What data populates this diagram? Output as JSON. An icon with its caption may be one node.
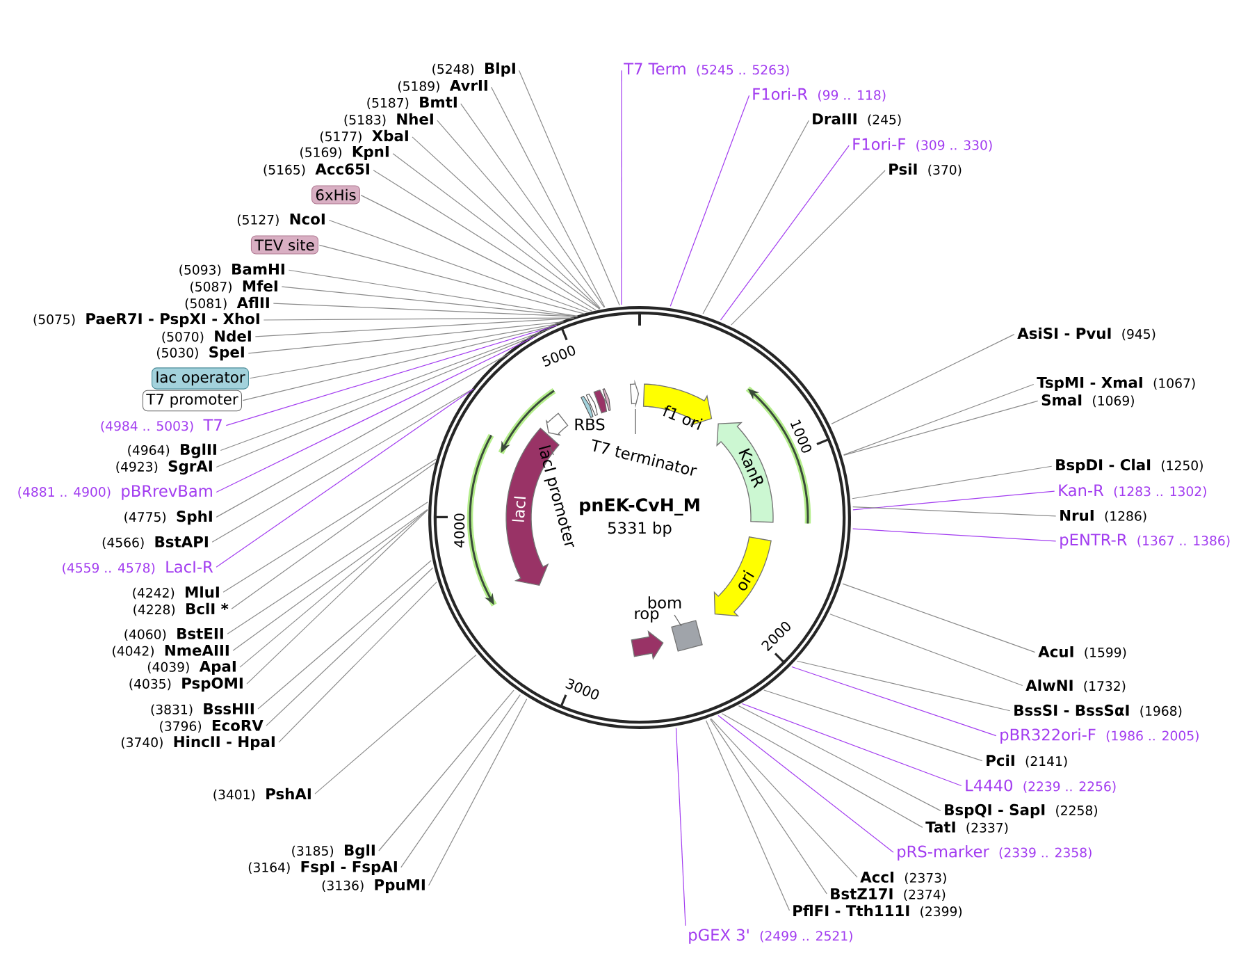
{
  "diagram": {
    "nodes": [
      {
        "text": [
          "pnEK-CvH_M",
          "5331 bp"
        ]
      },
      {
        "text": [
          "f1 ori"
        ],
        "in": 0
      },
      {
        "text": [
          "KanR"
        ],
        "in": 0
      },
      {
        "text": [
          "ori"
        ],
        "in": 0
      },
      {
        "text": [
          "bom"
        ],
        "in": 0
      },
      {
        "text": [
          "rop"
        ],
        "in": 0
      },
      {
        "text": [
          "lacI"
        ],
        "in": 0
      },
      {
        "text": [
          "lacI promoter"
        ],
        "in": 0
      },
      {
        "text": [
          "RBS"
        ],
        "in": 0
      },
      {
        "text": [
          "T7 terminator"
        ],
        "in": 0
      },
      {
        "text": [
          "(5248)",
          "BlpI"
        ]
      },
      {
        "text": [
          "(5189)",
          "AvrII"
        ]
      },
      {
        "text": [
          "(5187)",
          "BmtI"
        ]
      },
      {
        "text": [
          "(5183)",
          "NheI"
        ]
      },
      {
        "text": [
          "(5177)",
          "XbaI"
        ]
      },
      {
        "text": [
          "(5169)",
          "KpnI"
        ]
      },
      {
        "text": [
          "(5165)",
          "Acc65I"
        ]
      },
      {
        "text": [
          "6xHis"
        ]
      },
      {
        "text": [
          "(5127)",
          "NcoI"
        ]
      },
      {
        "text": [
          "TEV site"
        ]
      },
      {
        "text": [
          "(5093)",
          "BamHI"
        ]
      },
      {
        "text": [
          "(5087)",
          "MfeI"
        ]
      },
      {
        "text": [
          "(5081)",
          "AflII"
        ]
      },
      {
        "text": [
          "(5075)",
          "PaeR7I - PspXI - XhoI"
        ]
      },
      {
        "text": [
          "(5070)",
          "NdeI"
        ]
      },
      {
        "text": [
          "(5030)",
          "SpeI"
        ]
      },
      {
        "text": [
          "lac operator"
        ]
      },
      {
        "text": [
          "T7 promoter"
        ]
      },
      {
        "text": [
          "(4984 .. 5003)",
          "T7"
        ]
      },
      {
        "text": [
          "(4964)",
          "BglII"
        ]
      },
      {
        "text": [
          "(4923)",
          "SgrAI"
        ]
      },
      {
        "text": [
          "(4881 .. 4900)",
          "pBRrevBam"
        ]
      },
      {
        "text": [
          "(4775)",
          "SphI"
        ]
      },
      {
        "text": [
          "(4566)",
          "BstAPI"
        ]
      },
      {
        "text": [
          "(4559 .. 4578)",
          "LacI-R"
        ]
      },
      {
        "text": [
          "(4242)",
          "MluI"
        ]
      },
      {
        "text": [
          "(4228)",
          "BclI *"
        ]
      },
      {
        "text": [
          "(4060)",
          "BstEII"
        ]
      },
      {
        "text": [
          "(4042)",
          "NmeAIII"
        ]
      },
      {
        "text": [
          "(4039)",
          "ApaI"
        ]
      },
      {
        "text": [
          "(4035)",
          "PspOMI"
        ]
      },
      {
        "text": [
          "(3831)",
          "BssHII"
        ]
      },
      {
        "text": [
          "(3796)",
          "EcoRV"
        ]
      },
      {
        "text": [
          "(3740)",
          "HincII - HpaI"
        ]
      },
      {
        "text": [
          "(3401)",
          "PshAI"
        ]
      },
      {
        "text": [
          "(3185)",
          "BglI"
        ]
      },
      {
        "text": [
          "(3164)",
          "FspI - FspAI"
        ]
      },
      {
        "text": [
          "(3136)",
          "PpuMI"
        ]
      },
      {
        "text": [
          "T7 Term",
          "(5245 .. 5263)"
        ]
      },
      {
        "text": [
          "F1ori-R",
          "(99 .. 118)"
        ]
      },
      {
        "text": [
          "DraIII",
          "(245)"
        ]
      },
      {
        "text": [
          "F1ori-F",
          "(309 .. 330)"
        ]
      },
      {
        "text": [
          "PsiI",
          "(370)"
        ]
      },
      {
        "text": [
          "AsiSI - PvuI",
          "(945)"
        ]
      },
      {
        "text": [
          "TspMI - XmaI",
          "(1067)"
        ]
      },
      {
        "text": [
          "SmaI",
          "(1069)"
        ]
      },
      {
        "text": [
          "BspDI - ClaI",
          "(1250)"
        ]
      },
      {
        "text": [
          "Kan-R",
          "(1283 .. 1302)"
        ]
      },
      {
        "text": [
          "NruI",
          "(1286)"
        ]
      },
      {
        "text": [
          "pENTR-R",
          "(1367 .. 1386)"
        ]
      },
      {
        "text": [
          "AcuI",
          "(1599)"
        ]
      },
      {
        "text": [
          "AlwNI",
          "(1732)"
        ]
      },
      {
        "text": [
          "BssSI - BssSαI",
          "(1968)"
        ]
      },
      {
        "text": [
          "pBR322ori-F",
          "(1986 .. 2005)"
        ]
      },
      {
        "text": [
          "PciI",
          "(2141)"
        ]
      },
      {
        "text": [
          "L4440",
          "(2239 .. 2256)"
        ]
      },
      {
        "text": [
          "BspQI - SapI",
          "(2258)"
        ]
      },
      {
        "text": [
          "TatI",
          "(2337)"
        ]
      },
      {
        "text": [
          "pRS-marker",
          "(2339 .. 2358)"
        ]
      },
      {
        "text": [
          "AccI",
          "(2373)"
        ]
      },
      {
        "text": [
          "BstZ17I",
          "(2374)"
        ]
      },
      {
        "text": [
          "PflFI - Tth111I",
          "(2399)"
        ]
      },
      {
        "text": [
          "pGEX 3'",
          "(2499 .. 2521)"
        ]
      }
    ],
    "edges": [
      {
        "from": 10,
        "to": 0,
        "arrow": "none"
      },
      {
        "from": 11,
        "to": 0,
        "arrow": "none"
      },
      {
        "from": 12,
        "to": 0,
        "arrow": "none"
      },
      {
        "from": 13,
        "to": 0,
        "arrow": "none"
      },
      {
        "from": 14,
        "to": 0,
        "arrow": "none"
      },
      {
        "from": 15,
        "to": 0,
        "arrow": "none"
      },
      {
        "from": 16,
        "to": 0,
        "arrow": "none"
      },
      {
        "from": 17,
        "to": 0,
        "arrow": "none"
      },
      {
        "from": 18,
        "to": 0,
        "arrow": "none"
      },
      {
        "from": 19,
        "to": 0,
        "arrow": "none"
      },
      {
        "from": 20,
        "to": 0,
        "arrow": "none"
      },
      {
        "from": 21,
        "to": 0,
        "arrow": "none"
      },
      {
        "from": 22,
        "to": 0,
        "arrow": "none"
      },
      {
        "from": 23,
        "to": 0,
        "arrow": "none"
      },
      {
        "from": 24,
        "to": 0,
        "arrow": "none"
      },
      {
        "from": 25,
        "to": 0,
        "arrow": "none"
      },
      {
        "from": 26,
        "to": 0,
        "arrow": "none"
      },
      {
        "from": 27,
        "to": 0,
        "arrow": "none"
      },
      {
        "from": 28,
        "to": 0,
        "arrow": "none",
        "color": "#a23cf0"
      },
      {
        "from": 29,
        "to": 0,
        "arrow": "none"
      },
      {
        "from": 30,
        "to": 0,
        "arrow": "none"
      },
      {
        "from": 31,
        "to": 0,
        "arrow": "none",
        "color": "#a23cf0"
      },
      {
        "from": 32,
        "to": 0,
        "arrow": "none"
      },
      {
        "from": 33,
        "to": 0,
        "arrow": "none"
      },
      {
        "from": 34,
        "to": 0,
        "arrow": "none",
        "color": "#a23cf0"
      },
      {
        "from": 35,
        "to": 0,
        "arrow": "none"
      },
      {
        "from": 36,
        "to": 0,
        "arrow": "none"
      },
      {
        "from": 37,
        "to": 0,
        "arrow": "none"
      },
      {
        "from": 38,
        "to": 0,
        "arrow": "none"
      },
      {
        "from": 39,
        "to": 0,
        "arrow": "none"
      },
      {
        "from": 40,
        "to": 0,
        "arrow": "none"
      },
      {
        "from": 41,
        "to": 0,
        "arrow": "none"
      },
      {
        "from": 42,
        "to": 0,
        "arrow": "none"
      },
      {
        "from": 43,
        "to": 0,
        "arrow": "none"
      },
      {
        "from": 44,
        "to": 0,
        "arrow": "none"
      },
      {
        "from": 45,
        "to": 0,
        "arrow": "none"
      },
      {
        "from": 46,
        "to": 0,
        "arrow": "none"
      },
      {
        "from": 47,
        "to": 0,
        "arrow": "none"
      },
      {
        "from": 48,
        "to": 0,
        "arrow": "none",
        "color": "#a23cf0"
      },
      {
        "from": 49,
        "to": 0,
        "arrow": "none",
        "color": "#a23cf0"
      },
      {
        "from": 50,
        "to": 0,
        "arrow": "none"
      },
      {
        "from": 51,
        "to": 0,
        "arrow": "none",
        "color": "#a23cf0"
      },
      {
        "from": 52,
        "to": 0,
        "arrow": "none"
      },
      {
        "from": 53,
        "to": 0,
        "arrow": "none"
      },
      {
        "from": 54,
        "to": 0,
        "arrow": "none"
      },
      {
        "from": 55,
        "to": 0,
        "arrow": "none"
      },
      {
        "from": 56,
        "to": 0,
        "arrow": "none"
      },
      {
        "from": 57,
        "to": 0,
        "arrow": "none",
        "color": "#a23cf0"
      },
      {
        "from": 58,
        "to": 0,
        "arrow": "none"
      },
      {
        "from": 59,
        "to": 0,
        "arrow": "none",
        "color": "#a23cf0"
      },
      {
        "from": 60,
        "to": 0,
        "arrow": "none"
      },
      {
        "from": 61,
        "to": 0,
        "arrow": "none"
      },
      {
        "from": 62,
        "to": 0,
        "arrow": "none"
      },
      {
        "from": 63,
        "to": 0,
        "arrow": "none",
        "color": "#a23cf0"
      },
      {
        "from": 64,
        "to": 0,
        "arrow": "none"
      },
      {
        "from": 65,
        "to": 0,
        "arrow": "none",
        "color": "#a23cf0"
      },
      {
        "from": 66,
        "to": 0,
        "arrow": "none"
      },
      {
        "from": 67,
        "to": 0,
        "arrow": "none"
      },
      {
        "from": 68,
        "to": 0,
        "arrow": "none",
        "color": "#a23cf0"
      },
      {
        "from": 69,
        "to": 0,
        "arrow": "none"
      },
      {
        "from": 70,
        "to": 0,
        "arrow": "none"
      },
      {
        "from": 71,
        "to": 0,
        "arrow": "none"
      },
      {
        "from": 72,
        "to": 0,
        "arrow": "none",
        "color": "#a23cf0"
      }
    ],
    "labels": [
      "1000",
      "2000",
      "3000",
      "4000",
      "5000"
    ]
  }
}
